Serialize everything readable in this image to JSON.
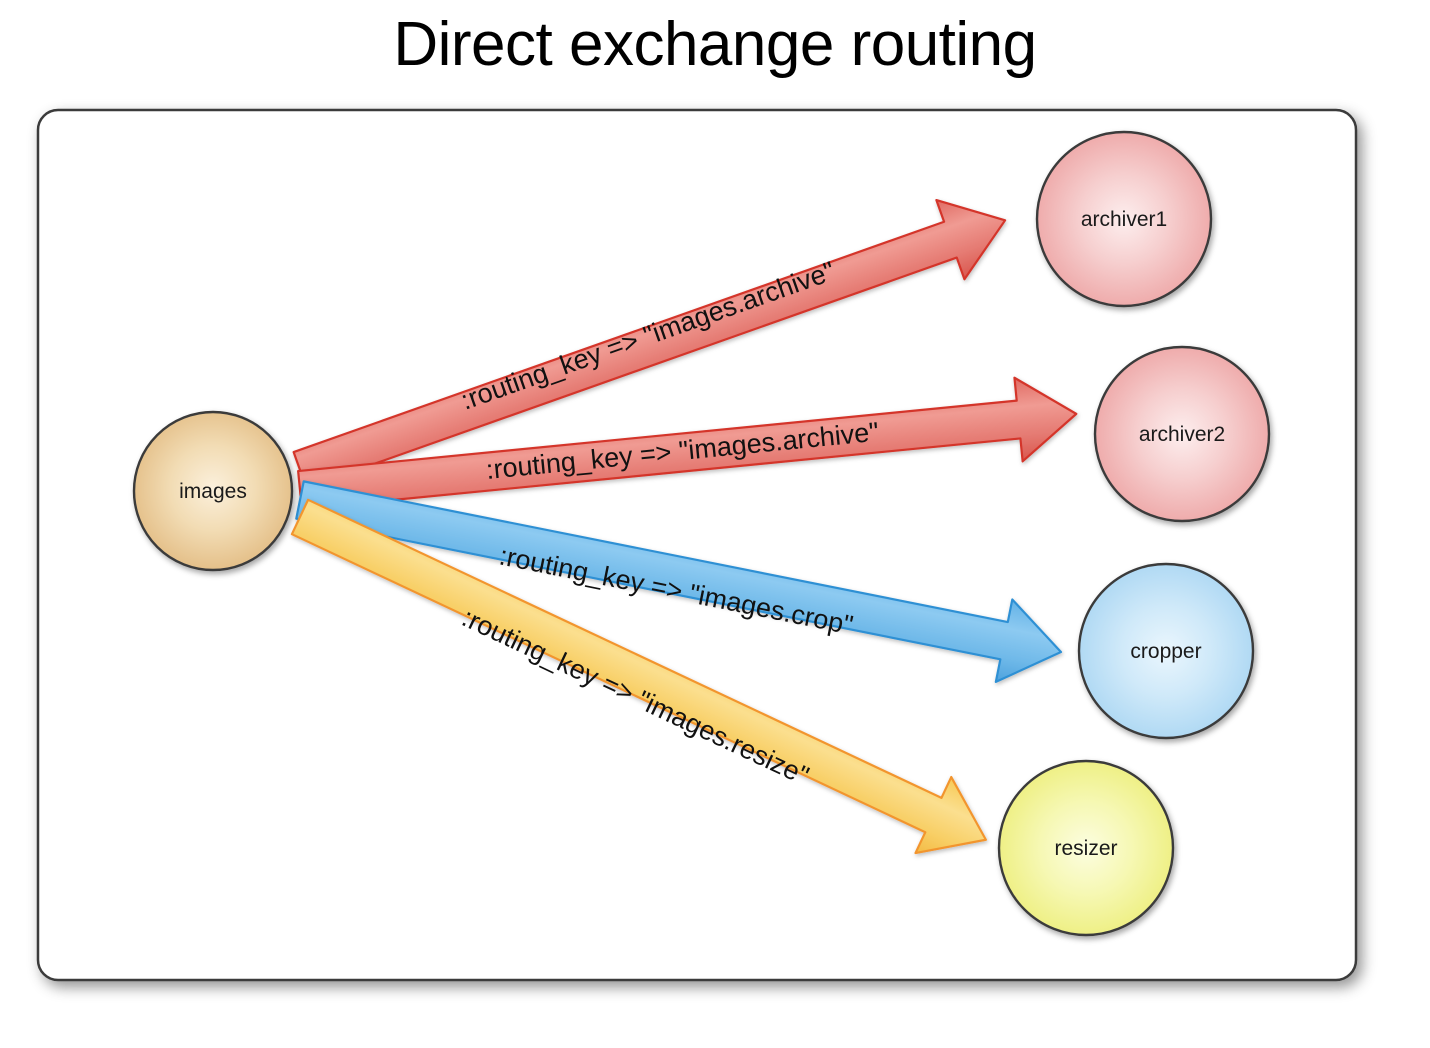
{
  "title": "Direct exchange routing",
  "frame": {
    "name": "diagram-frame",
    "border_color": "#3a3a3a",
    "background": "#ffffff"
  },
  "colors": {
    "exchange_fill": "#e8c48f",
    "exchange_fill_light": "#f6e4c4",
    "queue_pink": "#efa9a9",
    "queue_pink_light": "#fbe3e3",
    "queue_blue": "#aad7f2",
    "queue_blue_light": "#e2f2fc",
    "queue_yellow": "#eff07c",
    "queue_yellow_light": "#fafcc8",
    "edge_red": "#e8736c",
    "edge_red_stroke": "#d4342b",
    "edge_blue": "#6fb8e8",
    "edge_blue_stroke": "#2f90d4",
    "edge_yellow": "#f8ce62",
    "edge_yellow_stroke": "#f2952f",
    "node_stroke": "#3a3a3a",
    "text": "#111111"
  },
  "nodes": [
    {
      "id": "images",
      "label": "images",
      "role": "exchange",
      "shape": "circle"
    },
    {
      "id": "archiver1",
      "label": "archiver1",
      "role": "queue",
      "shape": "circle"
    },
    {
      "id": "archiver2",
      "label": "archiver2",
      "role": "queue",
      "shape": "circle"
    },
    {
      "id": "cropper",
      "label": "cropper",
      "role": "queue",
      "shape": "circle"
    },
    {
      "id": "resizer",
      "label": "resizer",
      "role": "queue",
      "shape": "circle"
    }
  ],
  "edges": [
    {
      "id": "edge-archiver1",
      "from": "images",
      "to": "archiver1",
      "label": ":routing_key => \"images.archive\"",
      "color": "red"
    },
    {
      "id": "edge-archiver2",
      "from": "images",
      "to": "archiver2",
      "label": ":routing_key => \"images.archive\"",
      "color": "red"
    },
    {
      "id": "edge-cropper",
      "from": "images",
      "to": "cropper",
      "label": ":routing_key => \"images.crop\"",
      "color": "blue"
    },
    {
      "id": "edge-resizer",
      "from": "images",
      "to": "resizer",
      "label": ":routing_key => \"images.resize\"",
      "color": "yellow"
    }
  ]
}
